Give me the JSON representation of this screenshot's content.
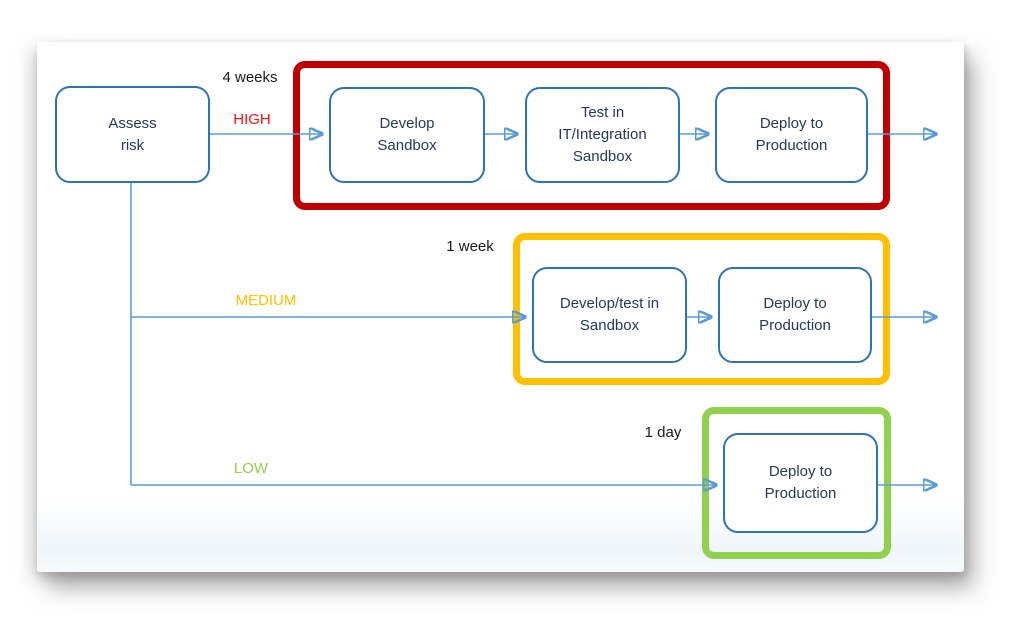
{
  "diagram": {
    "title_hint": "risk-based deployment flowchart",
    "colors": {
      "node_border": "#2e74b5",
      "node_text": "#243a5e",
      "arrow": "#5b9bd5",
      "high_frame": "#c00000",
      "high_label": "#fe0e0e",
      "medium_frame": "#ffc000",
      "medium_label": "#ffc000",
      "low_frame": "#92d050",
      "low_label": "#92d050",
      "duration_text": "#1a1a1a"
    },
    "start_node": {
      "label": "Assess\nrisk"
    },
    "branches": {
      "high": {
        "risk_label": "HIGH",
        "duration_label": "4 weeks",
        "steps": {
          "s1": "Develop\nSandbox",
          "s2": "Test in\nIT/Integration\nSandbox",
          "s3": "Deploy to\nProduction"
        }
      },
      "medium": {
        "risk_label": "MEDIUM",
        "duration_label": "1 week",
        "steps": {
          "s1": "Develop/test in\nSandbox",
          "s2": "Deploy to\nProduction"
        }
      },
      "low": {
        "risk_label": "LOW",
        "duration_label": "1 day",
        "steps": {
          "s1": "Deploy to\nProduction"
        }
      }
    }
  }
}
